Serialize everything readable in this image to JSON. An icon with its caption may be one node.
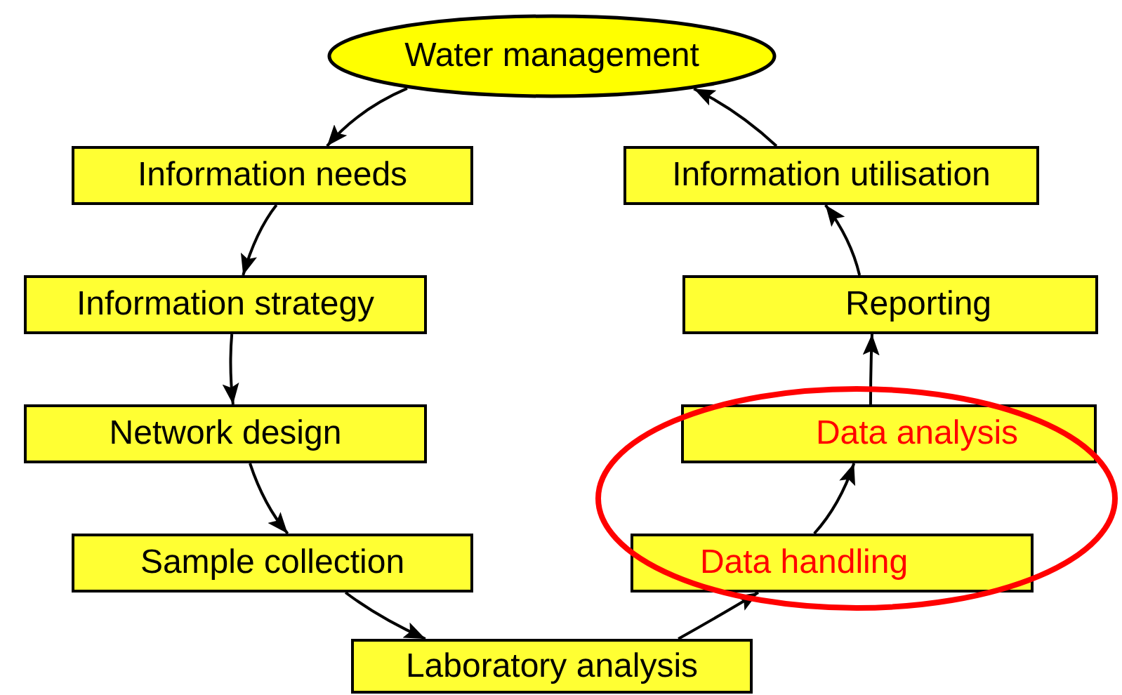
{
  "diagram": {
    "nodes": [
      {
        "text": [
          "Water management"
        ]
      },
      {
        "text": [
          "Information needs"
        ]
      },
      {
        "text": [
          "Information strategy"
        ]
      },
      {
        "text": [
          "Network design"
        ]
      },
      {
        "text": [
          "Sample collection"
        ]
      },
      {
        "text": [
          "Laboratory analysis"
        ]
      },
      {
        "text": [
          "Data handling"
        ]
      },
      {
        "text": [
          "Data analysis"
        ]
      },
      {
        "text": [
          "Reporting"
        ]
      },
      {
        "text": [
          "Information utilisation"
        ]
      }
    ],
    "edges": [
      {
        "from": 0,
        "to": 1,
        "arrow": "to"
      },
      {
        "from": 1,
        "to": 2,
        "arrow": "to"
      },
      {
        "from": 2,
        "to": 3,
        "arrow": "to"
      },
      {
        "from": 3,
        "to": 4,
        "arrow": "to"
      },
      {
        "from": 4,
        "to": 5,
        "arrow": "to"
      },
      {
        "from": 5,
        "to": 6,
        "arrow": "to"
      },
      {
        "from": 6,
        "to": 7,
        "arrow": "to"
      },
      {
        "from": 7,
        "to": 8,
        "arrow": "to"
      },
      {
        "from": 8,
        "to": 9,
        "arrow": "to"
      },
      {
        "from": 9,
        "to": 0,
        "arrow": "to"
      }
    ]
  }
}
